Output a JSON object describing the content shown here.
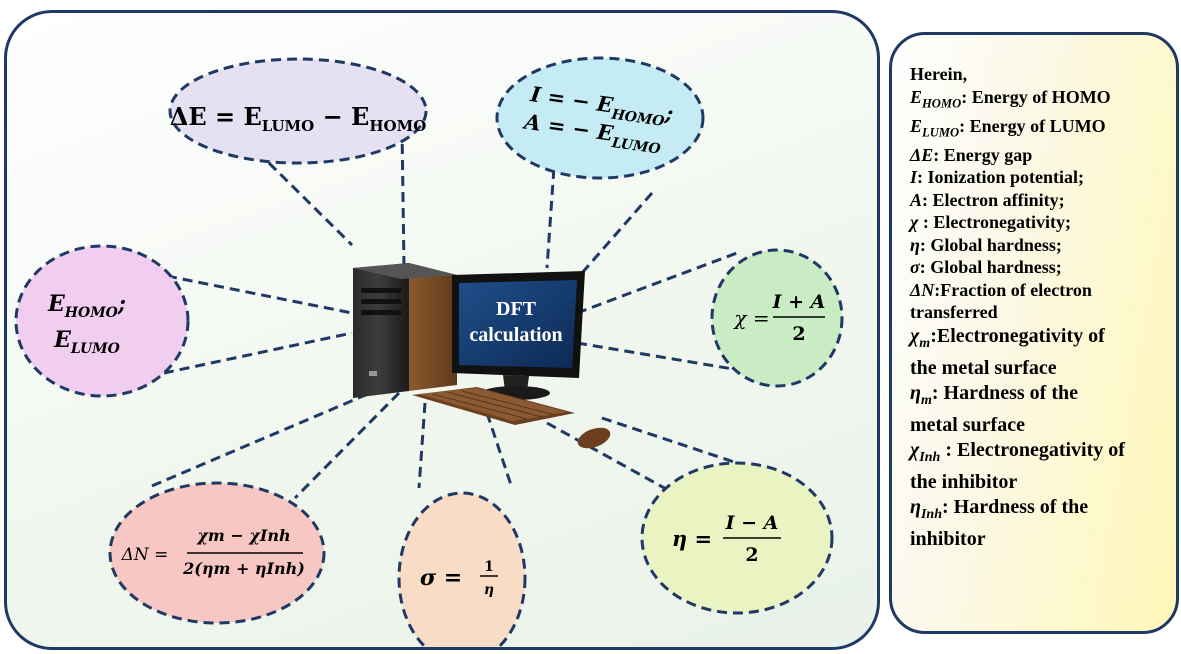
{
  "main": {
    "monitor_label_line1": "DFT",
    "monitor_label_line2": "calculation",
    "bubbles": {
      "energy_gap": {
        "formula": "ΔE = E",
        "sub1": "LUMO",
        "mid": " − E",
        "sub2": "HOMO"
      },
      "ion_affinity": {
        "line1": "I = − E",
        "line1_sub": "HOMO",
        "line1_end": ";",
        "line2": "A = − E",
        "line2_sub": "LUMO"
      },
      "homo_lumo": {
        "line1": "E",
        "line1_sub": "HOMO",
        "line1_end": ";",
        "line2": "E",
        "line2_sub": "LUMO"
      },
      "chi": {
        "lhs": "χ =",
        "num": "I + A",
        "den": "2"
      },
      "delta_n": {
        "lhs": "ΔN =",
        "num": "χm − χInh",
        "den": "2(ηm + ηInh)"
      },
      "sigma": {
        "lhs": "σ =",
        "num": "1",
        "den": "η"
      },
      "eta": {
        "lhs": "η =",
        "num": "I − A",
        "den": "2"
      }
    },
    "colors": {
      "border": "#1f3864",
      "dash_line": "#1f3864",
      "bubble_lavender": "#e6e0f3",
      "bubble_cyan": "#c5ecf4",
      "bubble_pink": "#f1cdf0",
      "bubble_green": "#c9ecc4",
      "bubble_red": "#f6c7c3",
      "bubble_orange": "#f8dcc6",
      "bubble_yellow": "#eaf3c2"
    }
  },
  "legend": {
    "heading": "Herein,",
    "items": [
      {
        "sym": "E",
        "sub": "HOMO",
        "text": ": Energy of HOMO"
      },
      {
        "sym": "E",
        "sub": "LUMO",
        "text": ": Energy of LUMO"
      },
      {
        "sym": "ΔE",
        "sub": "",
        "text": ": Energy gap"
      },
      {
        "sym": "I",
        "sub": "",
        "text": ": Ionization potential;"
      },
      {
        "sym": "A",
        "sub": "",
        "text": ": Electron affinity;"
      },
      {
        "sym": "χ",
        "sub": "",
        "text": " : Electronegativity;"
      },
      {
        "sym": "η",
        "sub": "",
        "text": ": Global hardness;"
      },
      {
        "sym": "σ",
        "sub": "",
        "text": ": Global hardness;"
      },
      {
        "sym": "ΔN",
        "sub": "",
        "text": ":Fraction of electron"
      },
      {
        "sym": "",
        "sub": "",
        "text": "transferred"
      },
      {
        "sym": "χ",
        "sub": "m",
        "text": ":Electronegativity of"
      },
      {
        "sym": "",
        "sub": "",
        "text": "the metal surface"
      },
      {
        "sym": "η",
        "sub": "m",
        "text": ": Hardness of the"
      },
      {
        "sym": "",
        "sub": "",
        "text": "metal surface"
      },
      {
        "sym": "χ",
        "sub": "Inh",
        "text": " : Electronegativity of"
      },
      {
        "sym": "",
        "sub": "",
        "text": "the inhibitor"
      },
      {
        "sym": "η",
        "sub": "Inh",
        "text": ": Hardness of the"
      },
      {
        "sym": "",
        "sub": "",
        "text": "inhibitor"
      }
    ]
  }
}
